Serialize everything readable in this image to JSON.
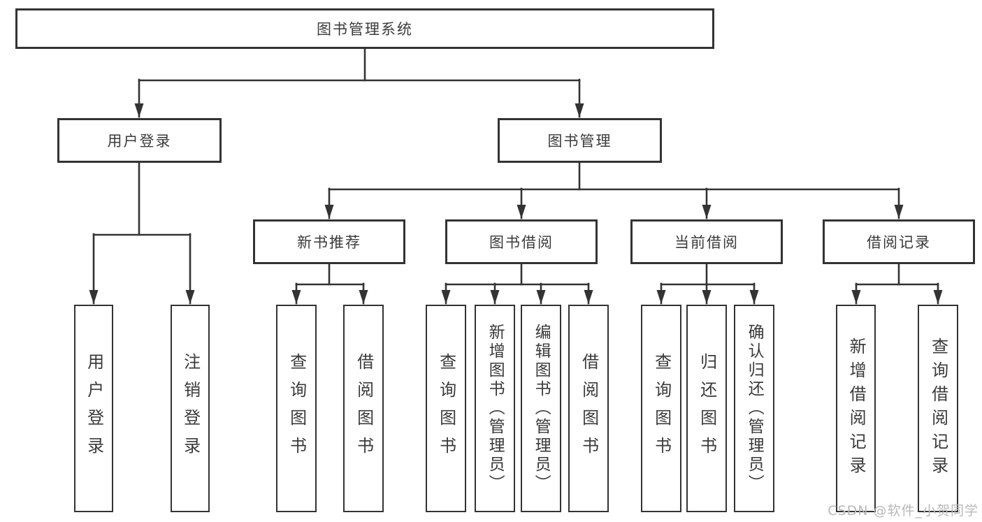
{
  "nodes": {
    "root": "图书管理系统",
    "user_login": "用户登录",
    "book_mgmt": "图书管理",
    "new_book_rec": "新书推荐",
    "book_borrow": "图书借阅",
    "current_borrow": "当前借阅",
    "borrow_record": "借阅记录",
    "leaf_user_login": "用户登录",
    "leaf_logout": "注销登录",
    "leaf_rec_query": "查询图书",
    "leaf_rec_borrow": "借阅图书",
    "leaf_bb_query": "查询图书",
    "leaf_bb_add": "新增图书（管理员）",
    "leaf_bb_edit": "编辑图书（管理员）",
    "leaf_bb_borrow": "借阅图书",
    "leaf_cb_query": "查询图书",
    "leaf_cb_return": "归还图书",
    "leaf_cb_confirm": "确认归还（管理员）",
    "leaf_br_add": "新增借阅记录",
    "leaf_br_query": "查询借阅记录"
  },
  "watermark": "CSDN @软件_小贺同学",
  "colors": {
    "line": "#333333",
    "border": "#333333",
    "fill": "#ffffff",
    "text": "#3a3a3a",
    "watermark": "#b8b8b8"
  }
}
